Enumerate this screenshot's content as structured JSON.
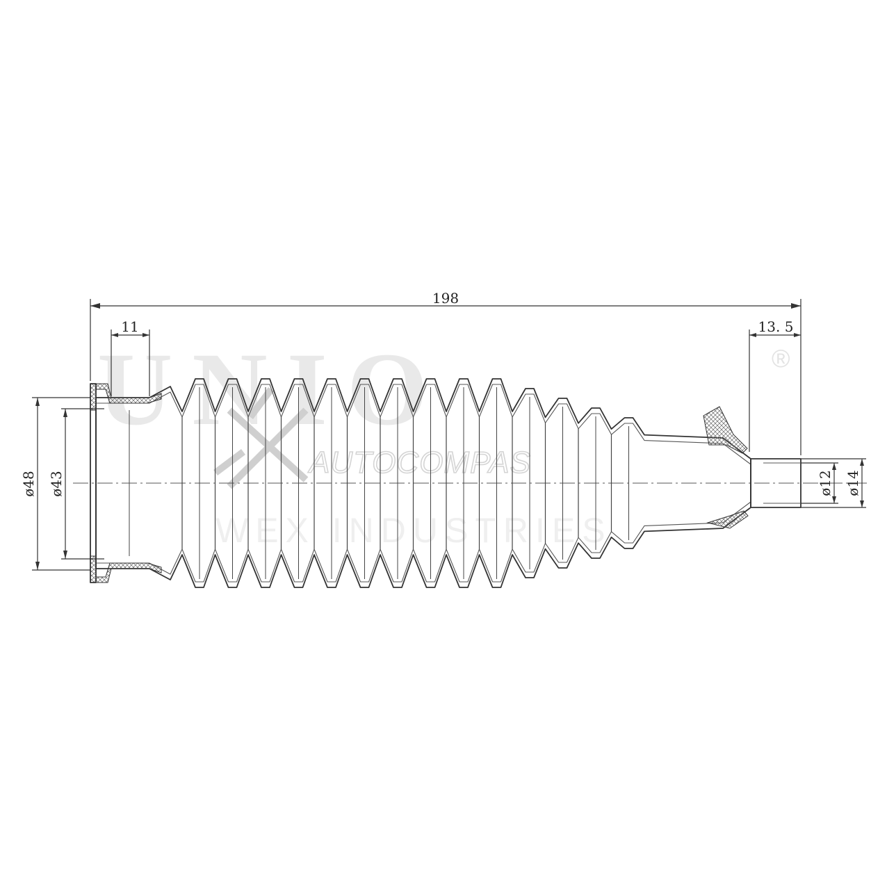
{
  "watermark": {
    "brand": "UNIO",
    "registered": "®",
    "line1": "AUTOCOMPAS",
    "line2": "WEX INDUSTRIES",
    "icon": "crossed-arrows-logo-icon"
  },
  "dimensions": {
    "overall_length": "198",
    "left_collar_length": "11",
    "right_neck_length": "13. 5",
    "outer_diameter_large": "ø48",
    "inner_diameter_large": "ø43",
    "inner_diameter_small": "ø12",
    "outer_diameter_small": "ø14"
  },
  "part": {
    "type": "steering rack boot",
    "convolutions": 14
  }
}
